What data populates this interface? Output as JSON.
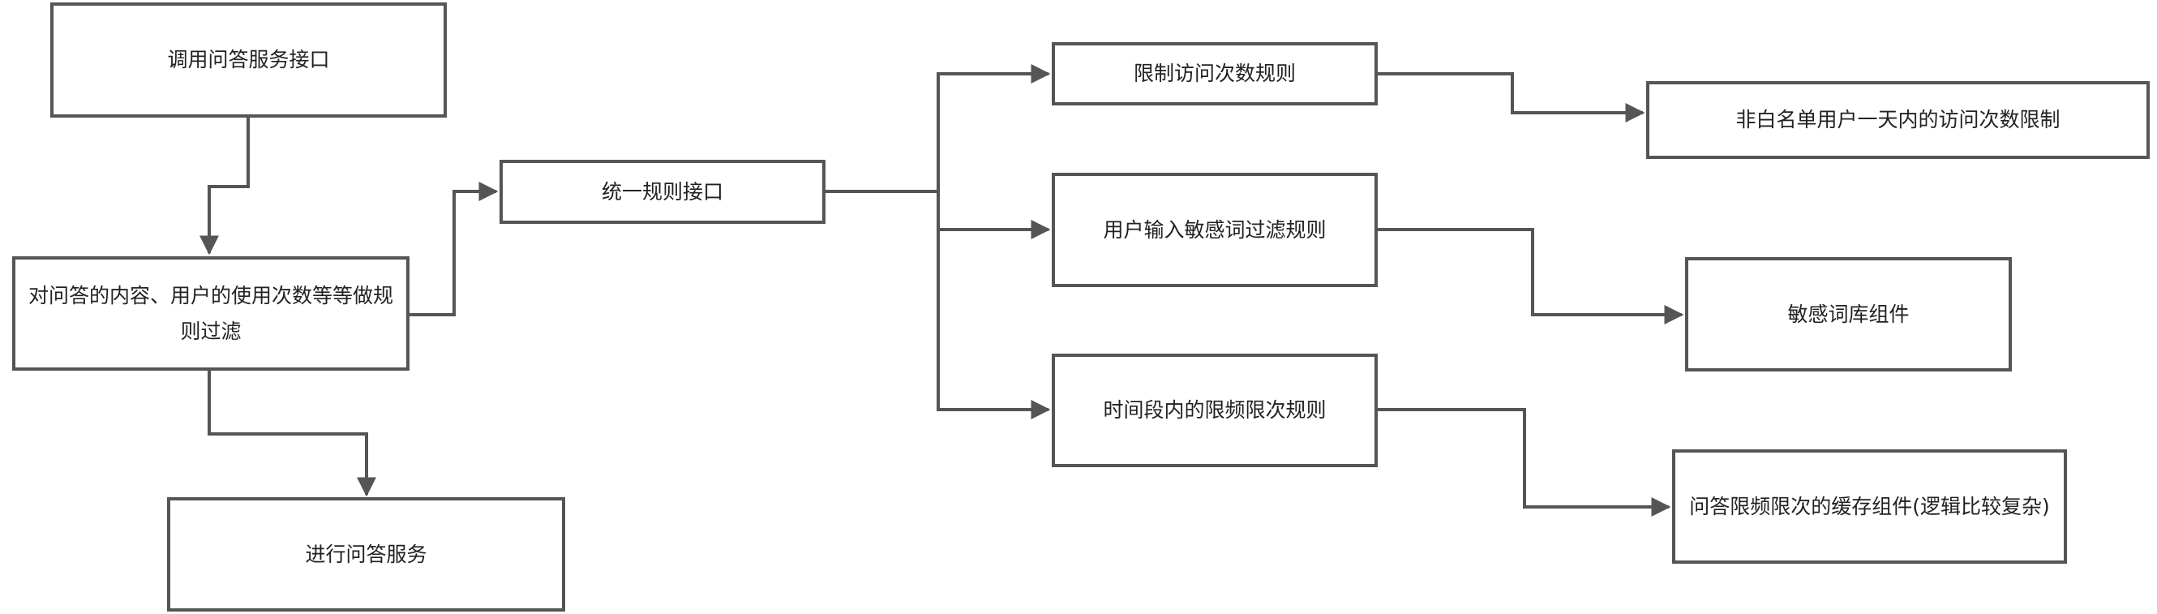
{
  "diagram": {
    "nodes": {
      "call_api": "调用问答服务接口",
      "filter": "对问答的内容、用户的使用次数等等做规则过滤",
      "qa_service": "进行问答服务",
      "unified_rule": "统一规则接口",
      "visit_limit_rule": "限制访问次数规则",
      "sensitive_rule": "用户输入敏感词过滤规则",
      "freq_rule": "时间段内的限频限次规则",
      "daily_limit": "非白名单用户一天内的访问次数限制",
      "sensitive_lib": "敏感词库组件",
      "cache_component": "问答限频限次的缓存组件(逻辑比较复杂)"
    },
    "colors": {
      "stroke": "#555555",
      "text": "#222222",
      "background": "#ffffff"
    }
  }
}
